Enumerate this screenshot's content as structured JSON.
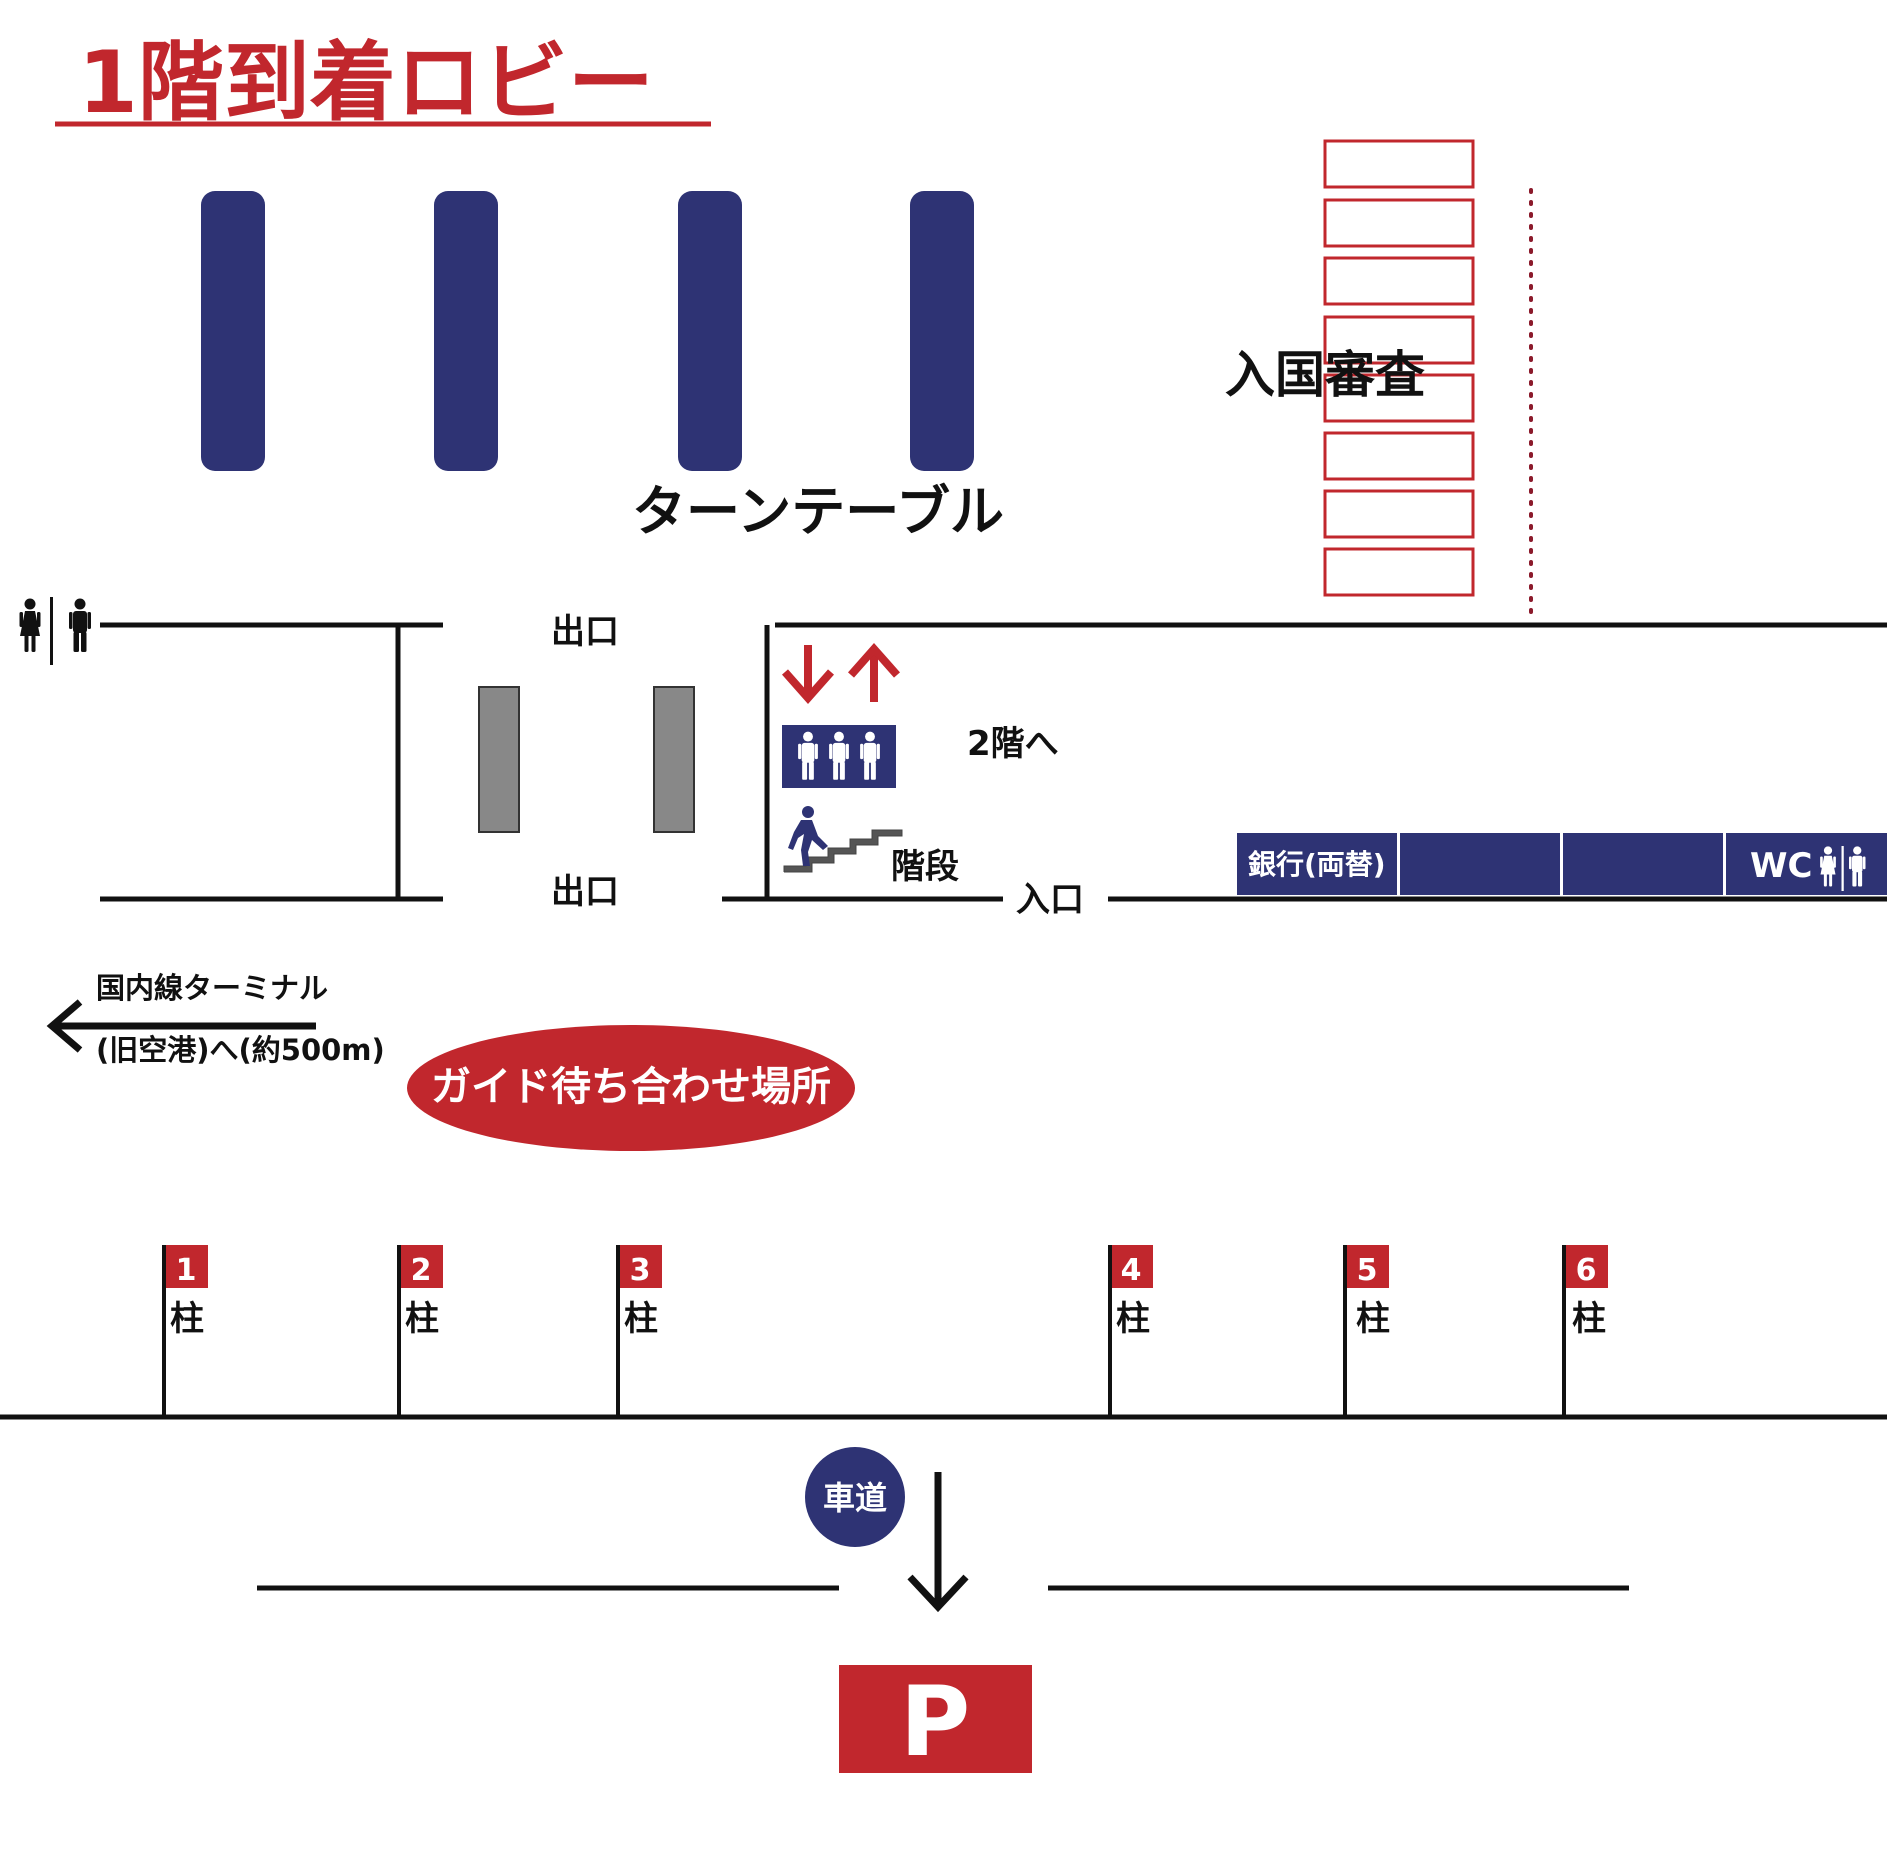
{
  "title": "1階到着ロビー",
  "colors": {
    "red": "#c1272d",
    "navy": "#2e3374",
    "gray": "#888888",
    "black": "#111111",
    "white": "#ffffff"
  },
  "labels": {
    "turntable": "ターンテーブル",
    "immigration": "入国審査",
    "exit_top": "出口",
    "exit_bottom": "出口",
    "to_second_floor": "2階へ",
    "stairs": "階段",
    "entrance": "入口",
    "bank": "銀行(両替)",
    "wc": "WC",
    "domestic_line1": "国内線ターミナル",
    "domestic_line2": "(旧空港)へ(約500m)",
    "guide_meeting": "ガイド待ち合わせ場所",
    "roadway": "車道",
    "parking": "P"
  },
  "pillars": [
    {
      "number": "1",
      "label": "柱"
    },
    {
      "number": "2",
      "label": "柱"
    },
    {
      "number": "3",
      "label": "柱"
    },
    {
      "number": "4",
      "label": "柱"
    },
    {
      "number": "5",
      "label": "柱"
    },
    {
      "number": "6",
      "label": "柱"
    }
  ],
  "icons": {
    "restroom_left": "restroom-icon",
    "restroom_right": "restroom-icon",
    "elevator": "elevator-icon",
    "stairs": "stairs-icon",
    "arrow_down": "arrow-down-icon",
    "arrow_up": "arrow-up-icon",
    "arrow_left": "arrow-left-icon",
    "arrow_road": "arrow-down-icon"
  }
}
